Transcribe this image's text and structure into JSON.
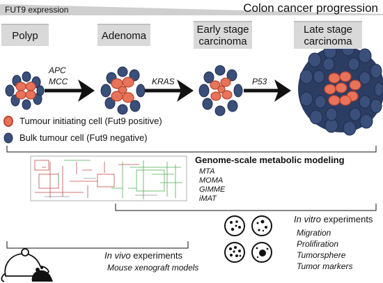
{
  "header": {
    "fut9_label": "FUT9 expression",
    "progression_label": "Colon cancer progression"
  },
  "stages": [
    {
      "label": "Polyp"
    },
    {
      "label": "Adenoma"
    },
    {
      "label": "Early stage\ncarcinoma"
    },
    {
      "label": "Late stage\ncarcinoma"
    }
  ],
  "transitions": [
    {
      "label": "APC\nMCC"
    },
    {
      "label": "KRAS"
    },
    {
      "label": "P53"
    }
  ],
  "legend": [
    {
      "label": "Tumour initiating cell (Fut9 positive)",
      "color": "#e8735a"
    },
    {
      "label": "Bulk tumour cell (Fut9 negative)",
      "color": "#3a4f7a"
    }
  ],
  "modeling": {
    "title": "Genome-scale metabolic modeling",
    "methods": [
      "MTA",
      "MOMA",
      "GIMME",
      "iMAT"
    ]
  },
  "in_vitro": {
    "title_italic": "In vitro",
    "title_rest": " experiments",
    "items": [
      "Migration",
      "Prolifiration",
      "Tumorsphere",
      "Tumor markers"
    ]
  },
  "in_vivo": {
    "title_italic": "In vivo",
    "title_rest": " experiments",
    "subtitle": "Mouse xenograft models"
  },
  "colors": {
    "tumour_initiating": "#e8735a",
    "bulk_tumour": "#3a4f7a",
    "stage_box": "#d9d9d9",
    "gradient_bar": "#c8c8c8"
  }
}
